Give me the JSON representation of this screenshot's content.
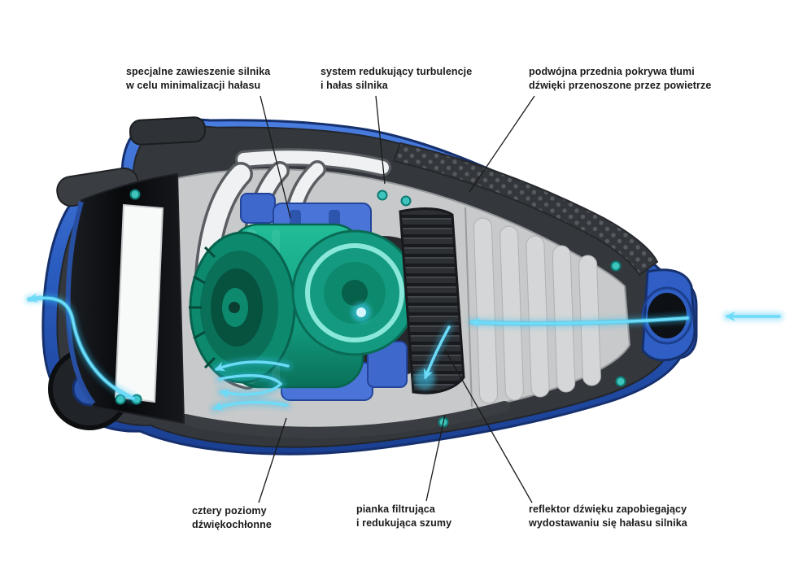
{
  "diagram": {
    "subject": "vacuum-cleaner-noise-reduction-cutaway",
    "language": "pl",
    "labels": [
      {
        "id": "motor-suspension",
        "lines": [
          "specjalne zawieszenie silnika",
          "w celu minimalizacji hałasu"
        ]
      },
      {
        "id": "turbulence-system",
        "lines": [
          "system redukujący turbulencje",
          "i hałas silnika"
        ]
      },
      {
        "id": "front-cover",
        "lines": [
          "podwójna przednia pokrywa tłumi",
          "dźwięki przenoszone przez powietrze"
        ]
      },
      {
        "id": "sound-levels",
        "lines": [
          "cztery poziomy",
          "dźwiękochłonne"
        ]
      },
      {
        "id": "filter-foam",
        "lines": [
          "pianka filtrująca",
          "i redukująca szumy"
        ]
      },
      {
        "id": "sound-reflector",
        "lines": [
          "reflektor dźwięku zapobiegający",
          "wydostawaniu się hałasu silnika"
        ]
      }
    ],
    "colors": {
      "background": "#ffffff",
      "label_text": "#1a1a1a",
      "leader_line": "#1a1a1a",
      "body_blue": "#2a5cc0",
      "body_blue_dark": "#16306e",
      "shell_gray": "#34373c",
      "cavity_gray": "#c7c9ca",
      "compartment_black": "#0e1013",
      "motor_teal": "#13a183",
      "bracket_blue": "#4a74d8",
      "airflow_cyan": "#35c3f0"
    }
  }
}
